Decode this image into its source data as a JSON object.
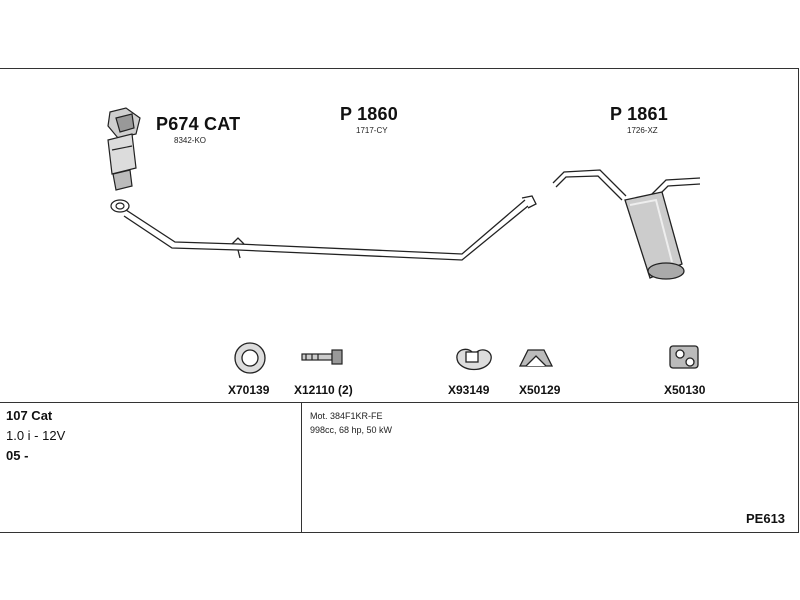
{
  "parts": [
    {
      "code": "P674 CAT",
      "sub": "8342-KO"
    },
    {
      "code": "P 1860",
      "sub": "1717-CY"
    },
    {
      "code": "P 1861",
      "sub": "1726-XZ"
    }
  ],
  "accessories": [
    {
      "code": "X70139",
      "icon": "gasket-ring-icon"
    },
    {
      "code": "X12110 (2)",
      "icon": "bolt-icon"
    },
    {
      "code": "X93149",
      "icon": "clamp-icon"
    },
    {
      "code": "X50129",
      "icon": "rubber-mount-icon"
    },
    {
      "code": "X50130",
      "icon": "hanger-block-icon"
    }
  ],
  "vehicle": {
    "model": "107 Cat",
    "engine": "1.0 i - 12V",
    "year": "05 -"
  },
  "specs": {
    "motor": "Mot. 384F1KR-FE",
    "details": "998cc, 68 hp, 50 kW"
  },
  "reference": "PE613"
}
